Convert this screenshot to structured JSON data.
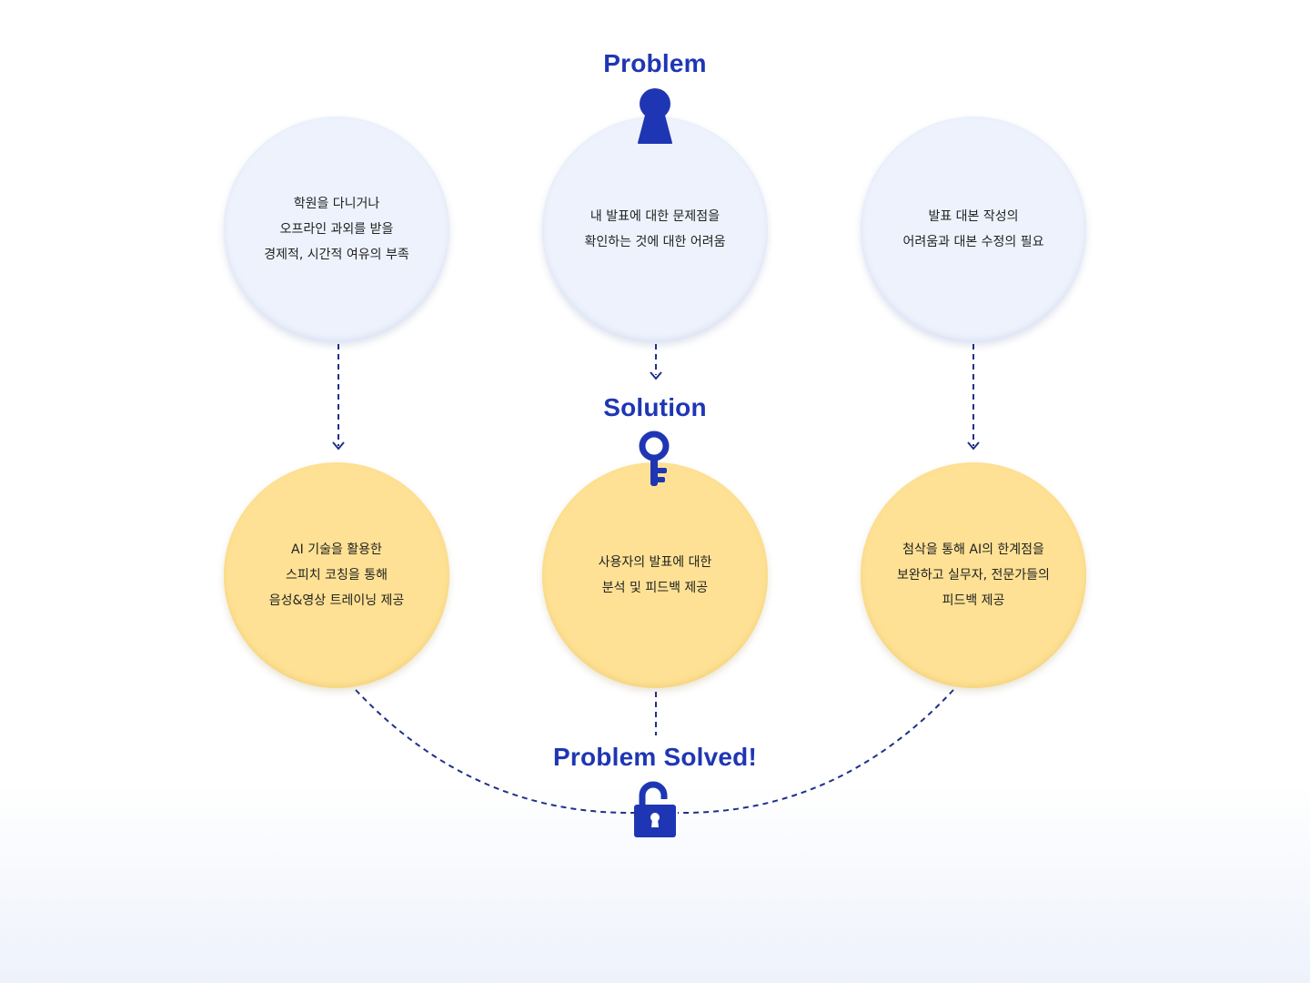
{
  "headings": {
    "problem": "Problem",
    "solution": "Solution",
    "solved": "Problem Solved!"
  },
  "problems": [
    {
      "lines": [
        "학원을 다니거나",
        "오프라인 과외를 받을",
        "경제적, 시간적 여유의 부족"
      ]
    },
    {
      "lines": [
        "내 발표에 대한 문제점을",
        "확인하는 것에 대한 어려움"
      ]
    },
    {
      "lines": [
        "발표 대본 작성의",
        "어려움과 대본 수정의 필요"
      ]
    }
  ],
  "solutions": [
    {
      "lines": [
        "AI 기술을 활용한",
        "스피치 코칭을 통해",
        "음성&영상 트레이닝 제공"
      ]
    },
    {
      "lines": [
        "사용자의 발표에 대한",
        "분석 및 피드백 제공"
      ]
    },
    {
      "lines": [
        "첨삭을 통해 AI의 한계점을",
        "보완하고 실무자, 전문가들의",
        "피드백 제공"
      ]
    }
  ],
  "icons": {
    "problem": "keyhole-icon",
    "solution": "key-icon",
    "solved": "unlocked-padlock-icon"
  },
  "colors": {
    "accent": "#1f36b4",
    "problem_circle": "#edf2fc",
    "solution_circle": "#fee194",
    "connector": "#1f2f8a"
  }
}
